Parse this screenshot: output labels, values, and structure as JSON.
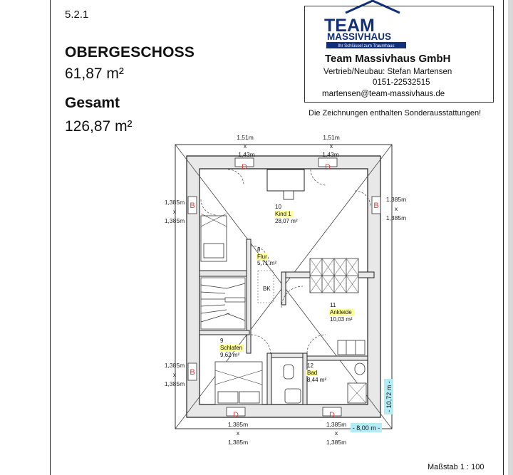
{
  "sheet": {
    "section": "5.2.1",
    "floor_name": "OBERGESCHOSS",
    "floor_area": "61,87 m²",
    "total_label": "Gesamt",
    "total_area": "126,87 m²",
    "note": "Die Zeichnungen enthalten Sonderausstattungen!",
    "scale": "Maßstab    1 : 100"
  },
  "company": {
    "logo_line1": "TEAM",
    "logo_line2": "MASSIVHAUS",
    "logo_tagline": "Ihr Schlüssel zum Traumhaus",
    "name": "Team Massivhaus GmbH",
    "sales": "Vertrieb/Neubau: Stefan Martensen",
    "phone": "0151-22532515",
    "email": "martensen@team-massivhaus.de",
    "brand_color": "#12307a"
  },
  "rooms": [
    {
      "no": "10",
      "name": "Kind 1",
      "area": "28,07 m²"
    },
    {
      "no": "8",
      "name": "Flur",
      "area": "5,71 m²"
    },
    {
      "no": "11",
      "name": "Ankleide",
      "area": "10,03 m²"
    },
    {
      "no": "9",
      "name": "Schlafen",
      "area": "9,62 m²"
    },
    {
      "no": "12",
      "name": "Bad",
      "area": "8,44 m²"
    }
  ],
  "dimensions": {
    "top_left_outer": "1,51m",
    "top_left_x": "x",
    "top_left_inner": "1,43m",
    "top_right_outer": "1,51m",
    "top_right_x": "x",
    "top_right_inner": "1,43m",
    "left_upper_a": "1,385m",
    "left_upper_x": "x",
    "left_upper_b": "1,385m",
    "right_upper_a": "1,385m",
    "right_upper_x": "x",
    "right_upper_b": "1,385m",
    "left_lower_a": "1,385m",
    "left_lower_x": "x",
    "left_lower_b": "1,385m",
    "bottom_left_a": "1,385m",
    "bottom_left_x": "x",
    "bottom_left_b": "1,385m",
    "bottom_right_a": "1,385m",
    "bottom_right_x": "x",
    "bottom_right_b": "1,385m",
    "width_total": "- 8,00 m -",
    "depth_total": "- 10,72 m -"
  },
  "window_markers": {
    "dormer": "D",
    "roof": "B"
  },
  "labels": {
    "bk": "BK"
  },
  "colors": {
    "marker": "#e53935",
    "highlight": "#ffff99",
    "dimension_box": "#b3ecf5"
  }
}
